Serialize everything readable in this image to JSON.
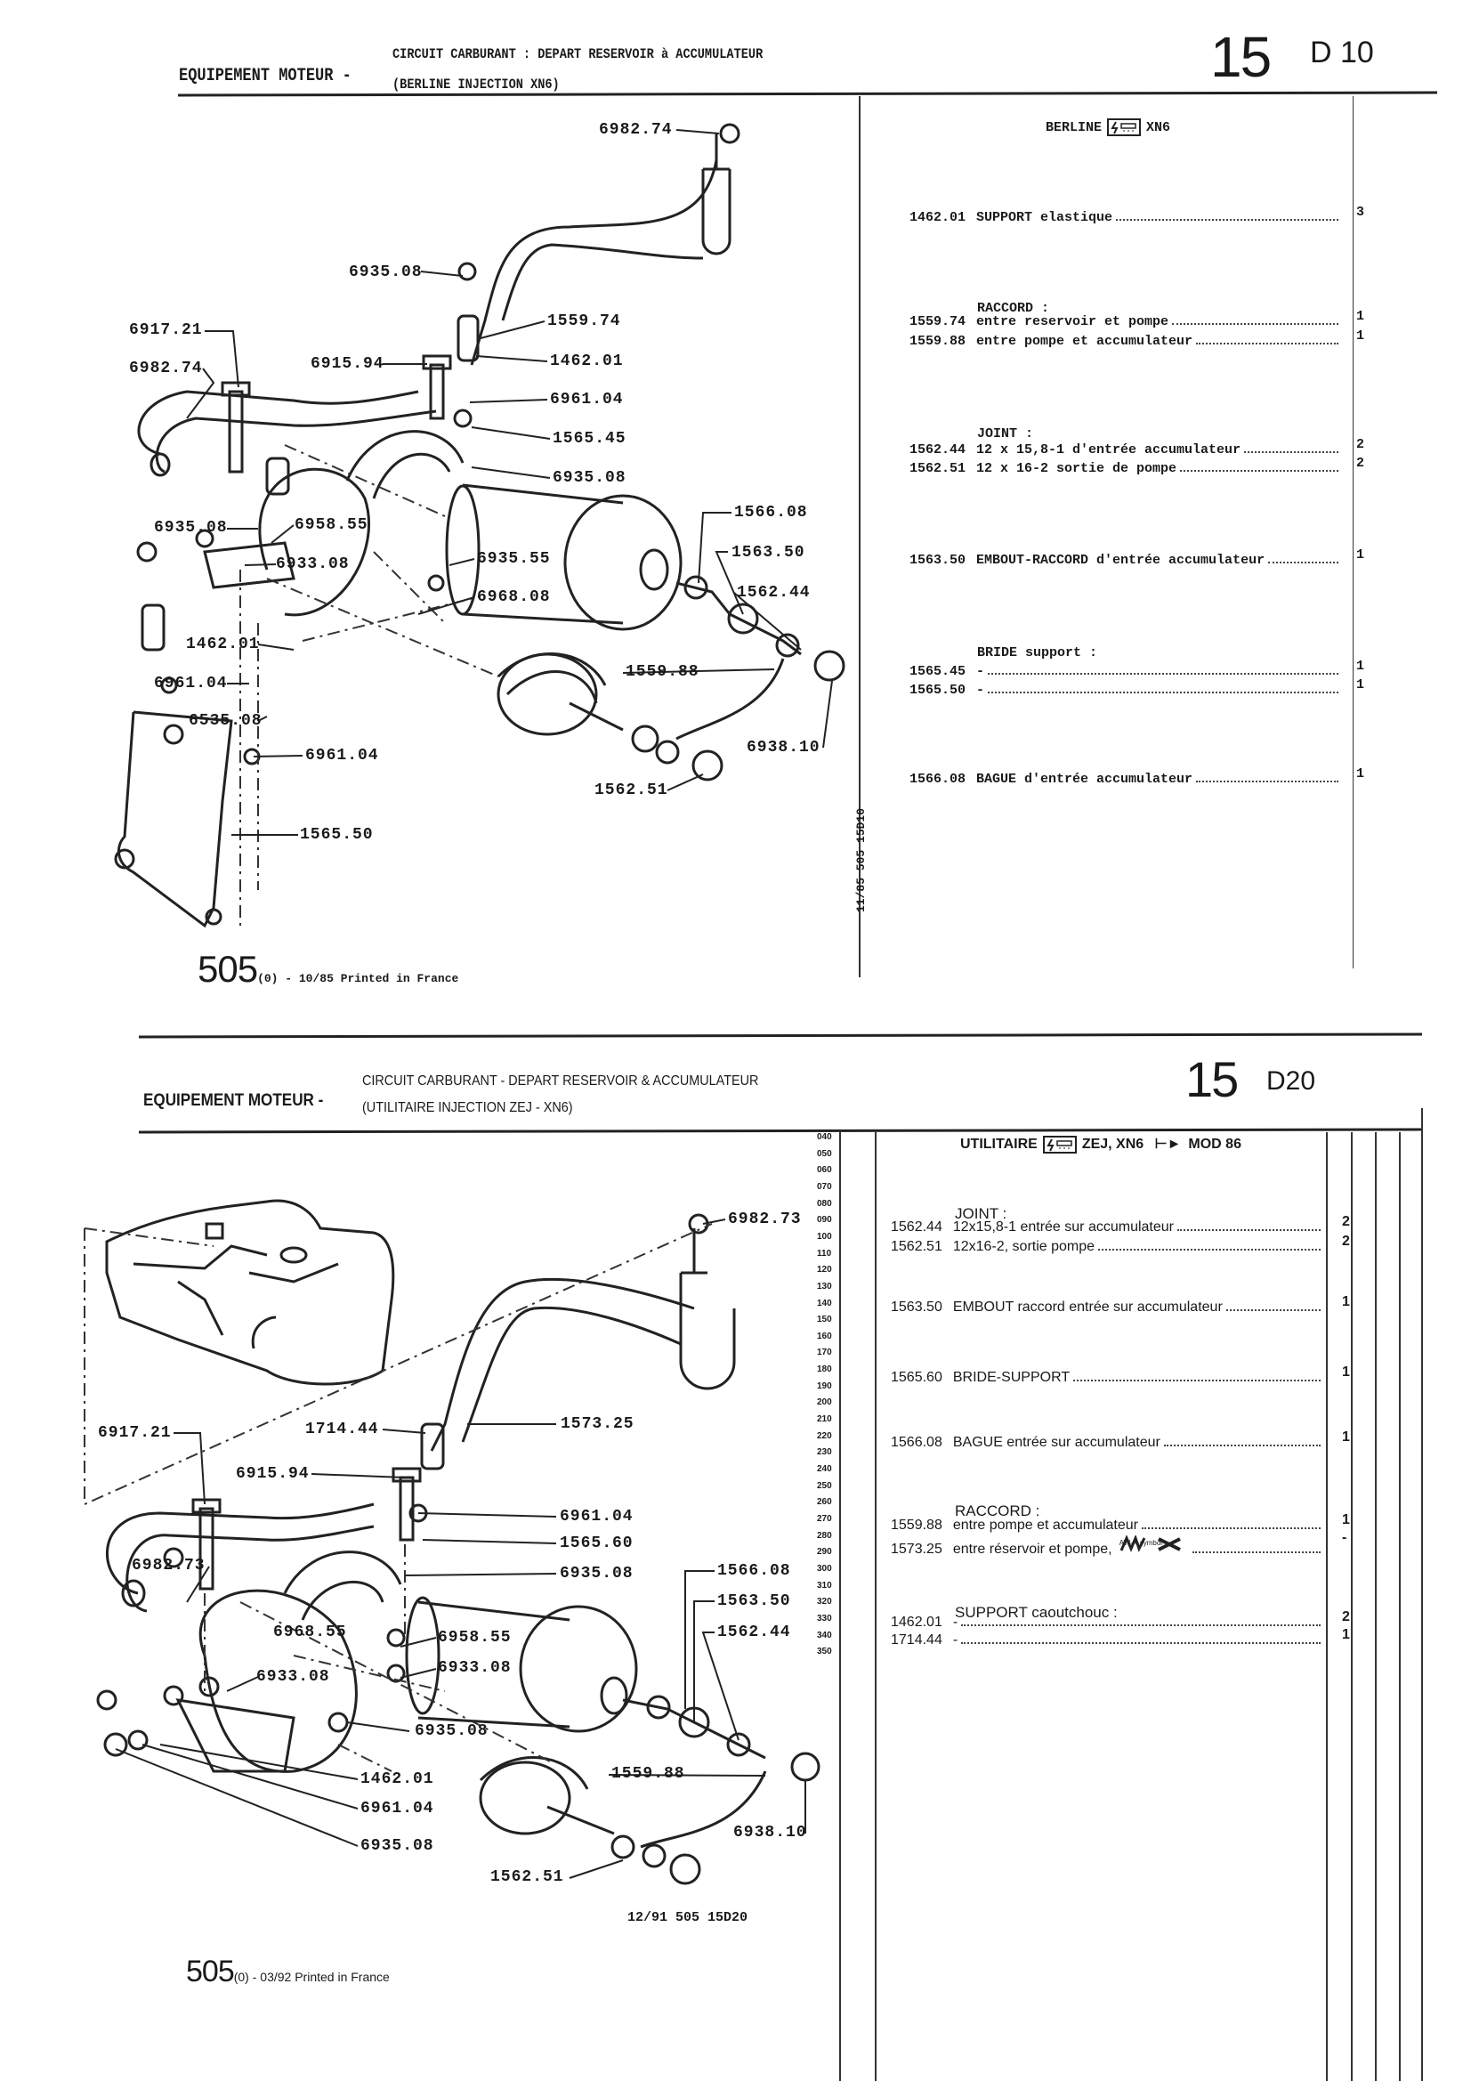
{
  "top": {
    "section": "EQUIPEMENT MOTEUR -",
    "subtitle1": "CIRCUIT CARBURANT : DEPART RESERVOIR à ACCUMULATEUR",
    "subtitle2": "(BERLINE INJECTION XN6)",
    "group_no": "15",
    "page_code": "D 10",
    "table_header": {
      "left": "BERLINE",
      "icon": "injection-icon",
      "right": "XN6"
    },
    "items": [
      {
        "ref": "1462.01",
        "desc": "SUPPORT elastique",
        "qty": "3"
      },
      {
        "heading": "RACCORD :"
      },
      {
        "ref": "1559.74",
        "desc": "entre reservoir et pompe",
        "qty": "1"
      },
      {
        "ref": "1559.88",
        "desc": "entre pompe et accumulateur",
        "qty": "1"
      },
      {
        "heading": "JOINT :"
      },
      {
        "ref": "1562.44",
        "desc": "12 x 15,8-1 d'entrée accumulateur",
        "qty": "2"
      },
      {
        "ref": "1562.51",
        "desc": "12 x 16-2 sortie de pompe",
        "qty": "2"
      },
      {
        "ref": "1563.50",
        "desc": "EMBOUT-RACCORD d'entrée accumulateur",
        "qty": "1"
      },
      {
        "heading": "BRIDE support :"
      },
      {
        "ref": "1565.45",
        "desc": "-",
        "qty": "1"
      },
      {
        "ref": "1565.50",
        "desc": "-",
        "qty": "1"
      },
      {
        "ref": "1566.08",
        "desc": "BAGUE d'entrée accumulateur",
        "qty": "1"
      }
    ],
    "callouts": [
      "6982.74",
      "6935.08",
      "1559.74",
      "6917.21",
      "6915.94",
      "1462.01",
      "6982.74",
      "6961.04",
      "1565.45",
      "6935.08",
      "6935.08",
      "6958.55",
      "1566.08",
      "6935.55",
      "1563.50",
      "6933.08",
      "6968.08",
      "1562.44",
      "1462.01",
      "1559.88",
      "6961.04",
      "6535.08",
      "6961.04",
      "6938.10",
      "1562.51",
      "1565.50"
    ],
    "drawing_ref": "11/85 505 15D10",
    "footer_model": "505",
    "footer_text": "(0) - 10/85 Printed in France"
  },
  "bottom": {
    "section": "EQUIPEMENT MOTEUR -",
    "subtitle1": "CIRCUIT CARBURANT - DEPART RESERVOIR & ACCUMULATEUR",
    "subtitle2": "(UTILITAIRE INJECTION ZEJ - XN6)",
    "group_no": "15",
    "page_code": "D20",
    "table_header": {
      "left": "UTILITAIRE",
      "icon": "injection-icon",
      "middle": "ZEJ, XN6",
      "arrow": "arrow-right-icon",
      "right": "MOD 86"
    },
    "items": [
      {
        "heading": "JOINT :"
      },
      {
        "ref": "1562.44",
        "desc": "12x15,8-1 entrée sur accumulateur",
        "qty": "2"
      },
      {
        "ref": "1562.51",
        "desc": "12x16-2, sortie pompe",
        "qty": "2"
      },
      {
        "ref": "1563.50",
        "desc": "EMBOUT raccord entrée sur accumulateur",
        "qty": "1"
      },
      {
        "ref": "1565.60",
        "desc": "BRIDE-SUPPORT",
        "qty": "1"
      },
      {
        "ref": "1566.08",
        "desc": "BAGUE entrée sur accumulateur",
        "qty": "1"
      },
      {
        "heading": "RACCORD :"
      },
      {
        "ref": "1559.88",
        "desc": "entre pompe et accumulateur",
        "qty": "1"
      },
      {
        "ref": "1573.25",
        "desc": "entre réservoir et pompe,",
        "qty": "-",
        "symbol": "AW-X-symbol"
      },
      {
        "heading": "SUPPORT caoutchouc :"
      },
      {
        "ref": "1462.01",
        "desc": "-",
        "qty": "2"
      },
      {
        "ref": "1714.44",
        "desc": "-",
        "qty": "1"
      }
    ],
    "row_numbers": [
      "040",
      "050",
      "060",
      "070",
      "080",
      "090",
      "100",
      "110",
      "120",
      "130",
      "140",
      "150",
      "160",
      "170",
      "180",
      "190",
      "200",
      "210",
      "220",
      "230",
      "240",
      "250",
      "260",
      "270",
      "280",
      "290",
      "300",
      "310",
      "320",
      "330",
      "340",
      "350"
    ],
    "callouts": [
      "6982.73",
      "1714.44",
      "1573.25",
      "6917.21",
      "6915.94",
      "6961.04",
      "1565.60",
      "6982.73",
      "6935.08",
      "1566.08",
      "1563.50",
      "6968.55",
      "6958.55",
      "1562.44",
      "6933.08",
      "6933.08",
      "6935.08",
      "1462.01",
      "1559.88",
      "6961.04",
      "6938.10",
      "6935.08",
      "1562.51"
    ],
    "drawing_ref": "12/91 505 15D20",
    "footer_model": "505",
    "footer_text": "(0) - 03/92 Printed in France"
  }
}
